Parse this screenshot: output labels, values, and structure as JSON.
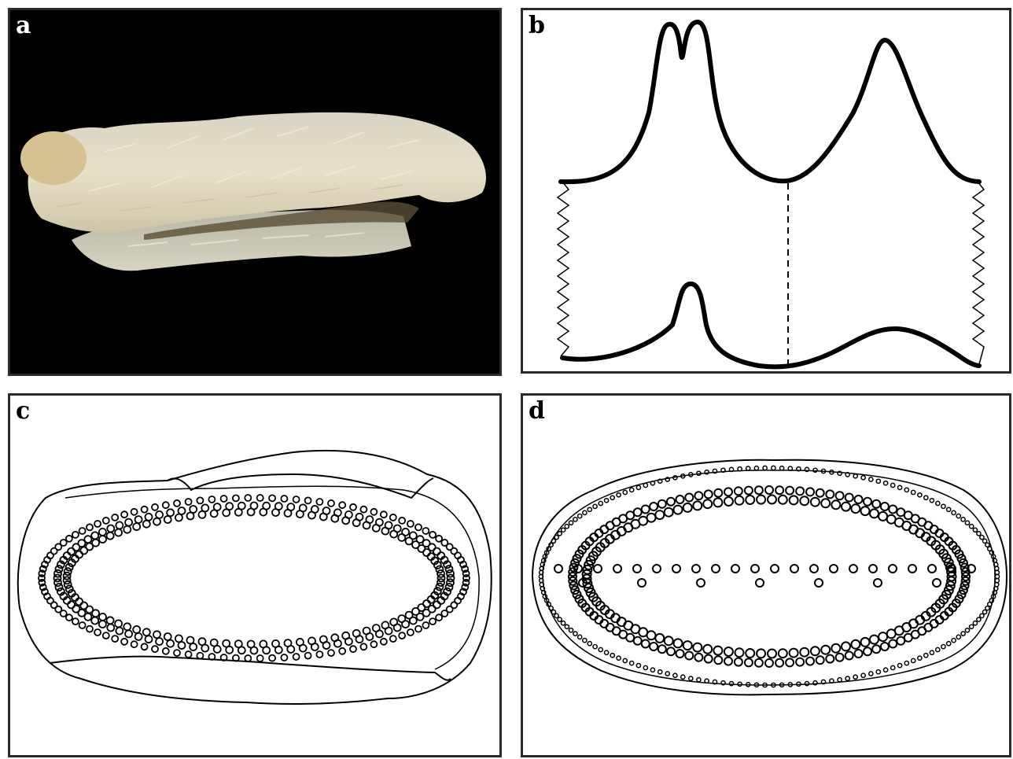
{
  "panels": {
    "a": {
      "label": "a"
    },
    "b": {
      "label": "b"
    },
    "c": {
      "label": "c"
    },
    "d": {
      "label": "d"
    }
  },
  "colors": {
    "photo_background": "#000000",
    "specimen_tissue": "#e3dcc4",
    "line": "#000000",
    "panel_border": "#2a2a2a"
  }
}
